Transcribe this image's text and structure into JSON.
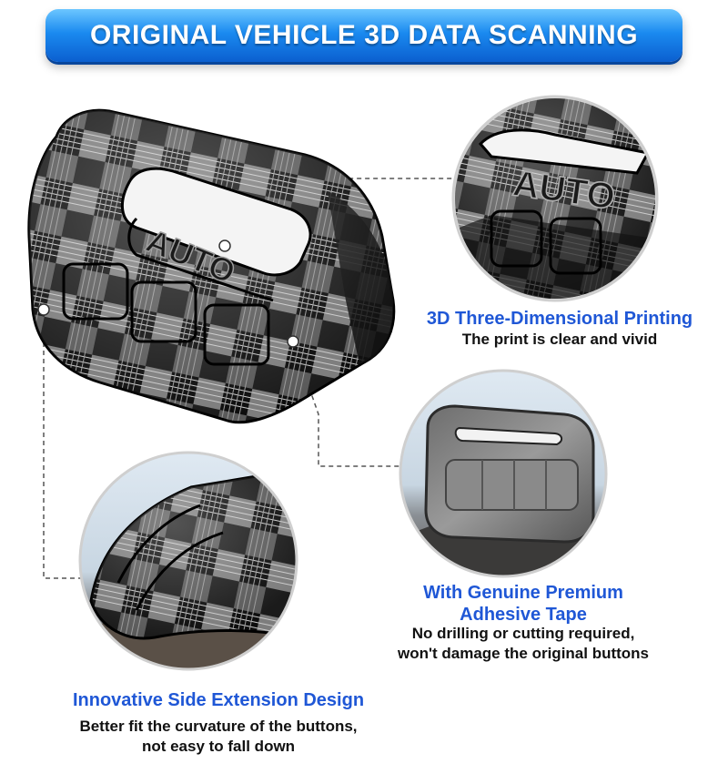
{
  "banner": {
    "title": "ORIGINAL VEHICLE 3D DATA SCANNING"
  },
  "product": {
    "logo_text": "AUTO"
  },
  "features": {
    "printing": {
      "title": "3D Three-Dimensional Printing",
      "desc": "The print is clear and vivid"
    },
    "tape": {
      "title_line1": "With Genuine Premium",
      "title_line2": "Adhesive Tape",
      "desc_line1": "No drilling or cutting required,",
      "desc_line2": "won't damage the original buttons"
    },
    "side": {
      "title": "Innovative Side Extension Design",
      "desc_line1": "Better fit the curvature of the buttons,",
      "desc_line2": "not easy to fall down"
    }
  },
  "colors": {
    "accent_blue": "#1f57d6",
    "banner_blue": "#1a8af0"
  }
}
